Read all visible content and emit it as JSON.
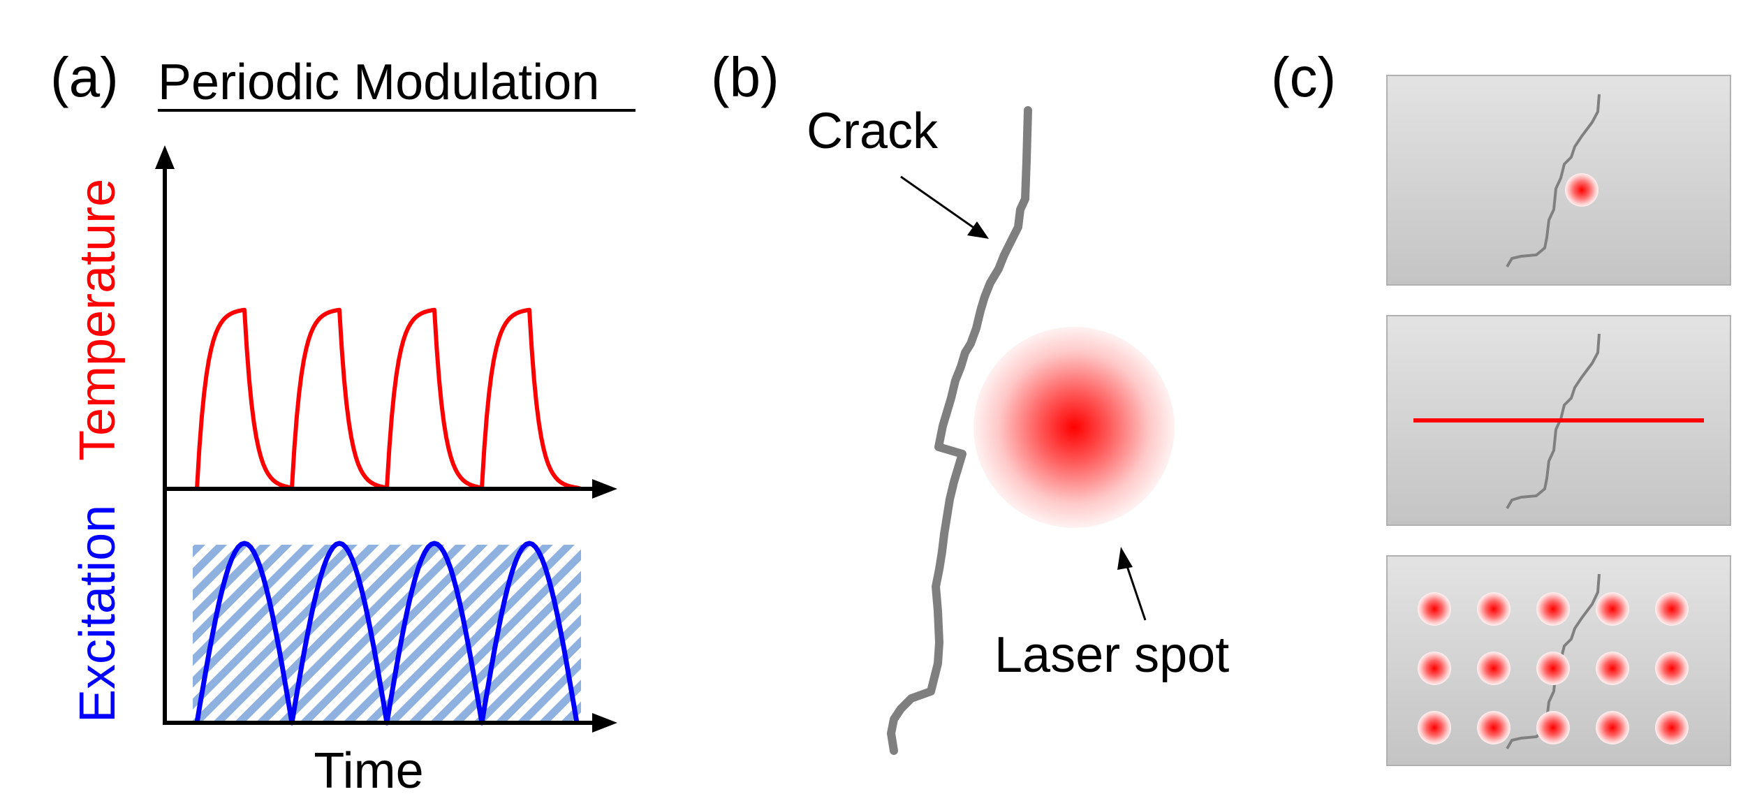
{
  "panel_a": {
    "label": "(a)",
    "title": "Periodic Modulation",
    "y_label_top": "Temperature",
    "y_label_bottom": "Excitation",
    "x_label": "Time",
    "pulse_count": 4
  },
  "panel_b": {
    "label": "(b)",
    "crack_label": "Crack",
    "laser_label": "Laser spot"
  },
  "panel_c": {
    "label": "(c)",
    "grid_rows": 3,
    "grid_cols": 5
  },
  "colors": {
    "temperature": "#ff0000",
    "excitation": "#0000ff",
    "hatch": "#8fb1e0",
    "crack": "#7f7f7f",
    "laser": "#ff0000",
    "panel_fill_top": "#e3e3e3",
    "panel_fill_bottom": "#c4c4c4"
  }
}
